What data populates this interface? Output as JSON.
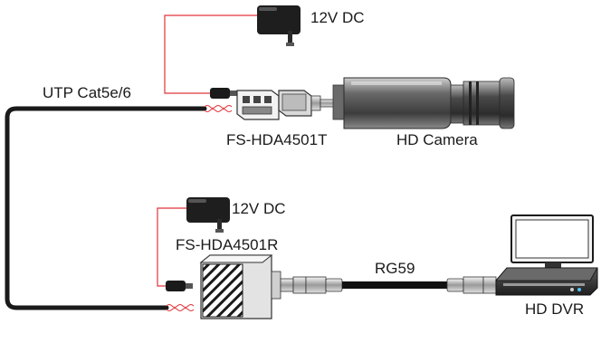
{
  "labels": {
    "power_top": "12V  DC",
    "cable_utp": "UTP Cat5e/6",
    "transmitter": "FS-HDA4501T",
    "camera": "HD Camera",
    "power_bottom": "12V  DC",
    "receiver": "FS-HDA4501R",
    "coax": "RG59",
    "dvr": "HD DVR"
  },
  "colors": {
    "power_wire": "#e0353a",
    "utp_cable": "#1a1a1a",
    "device_dark": "#2a2a2a",
    "device_light": "#e6e6e6"
  }
}
